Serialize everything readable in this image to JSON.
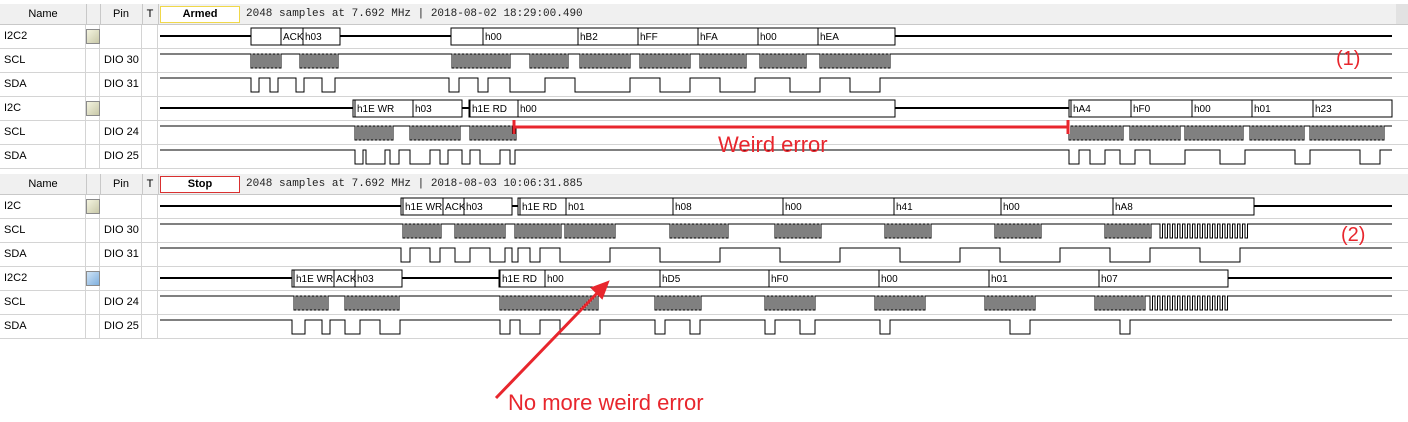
{
  "panels": [
    {
      "header": {
        "name_col": "Name",
        "pin_col": "Pin",
        "t_col": "T",
        "button": "Armed",
        "info": "2048 samples at 7.692 MHz | 2018-08-02 18:29:00.490"
      },
      "rows": [
        {
          "name": "I2C2",
          "pin": "",
          "bus": true
        },
        {
          "name": "SCL",
          "pin": "DIO 30",
          "bus": false
        },
        {
          "name": "SDA",
          "pin": "DIO 31",
          "bus": false
        },
        {
          "name": "I2C",
          "pin": "",
          "bus": true
        },
        {
          "name": "SCL",
          "pin": "DIO 24",
          "bus": false
        },
        {
          "name": "SDA",
          "pin": "DIO 25",
          "bus": false
        }
      ]
    },
    {
      "header": {
        "name_col": "Name",
        "pin_col": "Pin",
        "t_col": "T",
        "button": "Stop",
        "info": "2048 samples at 7.692 MHz | 2018-08-03 10:06:31.885"
      },
      "rows": [
        {
          "name": "I2C",
          "pin": "",
          "bus": true
        },
        {
          "name": "SCL",
          "pin": "DIO 30",
          "bus": false
        },
        {
          "name": "SDA",
          "pin": "DIO 31",
          "bus": false
        },
        {
          "name": "I2C2",
          "pin": "",
          "bus": true
        },
        {
          "name": "SCL",
          "pin": "DIO 24",
          "bus": false
        },
        {
          "name": "SDA",
          "pin": "DIO 25",
          "bus": false
        }
      ]
    }
  ],
  "decodes": {
    "p1_i2c2": [
      "ACK",
      "h03",
      "h00",
      "hB2",
      "hFF",
      "hFA",
      "h00",
      "hEA"
    ],
    "p1_i2c": [
      "h1E WR",
      "h03",
      "h1E RD",
      "h00",
      "hA4",
      "hF0",
      "h00",
      "h01",
      "h23"
    ],
    "p2_i2c": [
      "h1E WR",
      "ACK",
      "h03",
      "h1E RD",
      "h01",
      "h08",
      "h00",
      "h41",
      "h00",
      "hA8"
    ],
    "p2_i2c2": [
      "h1E WR",
      "ACK",
      "h03",
      "h1E RD",
      "h00",
      "hD5",
      "hF0",
      "h00",
      "h01",
      "h07"
    ]
  },
  "annotations": {
    "label1": "(1)",
    "label2": "(2)",
    "weird": "Weird error",
    "nomore": "No more weird error"
  },
  "colors": {
    "annotation": "#e8262d",
    "armed_border": "#f0d84a",
    "stop_border": "#d93030"
  }
}
